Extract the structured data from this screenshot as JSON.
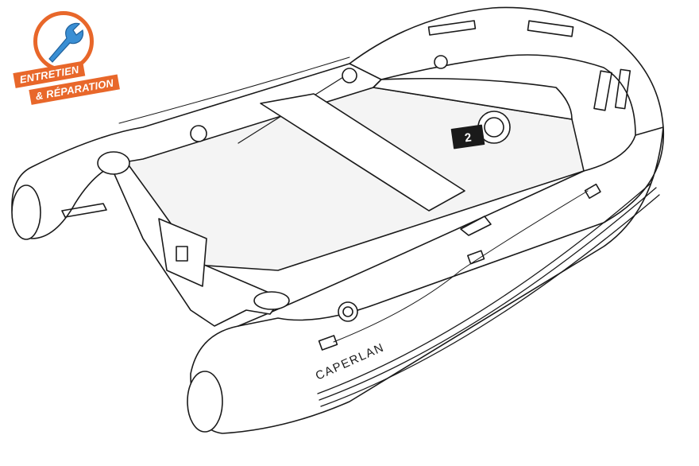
{
  "badge": {
    "line1": "ENTRETIEN",
    "line2": "& RÉPARATION",
    "icon": "wrench-icon",
    "color": "#e8672a"
  },
  "boat": {
    "brand": "CAPERLAN",
    "logo_mark": "2",
    "line_color": "#1a1a1a",
    "fill_color": "#ffffff",
    "floor_color": "#f4f4f4"
  }
}
